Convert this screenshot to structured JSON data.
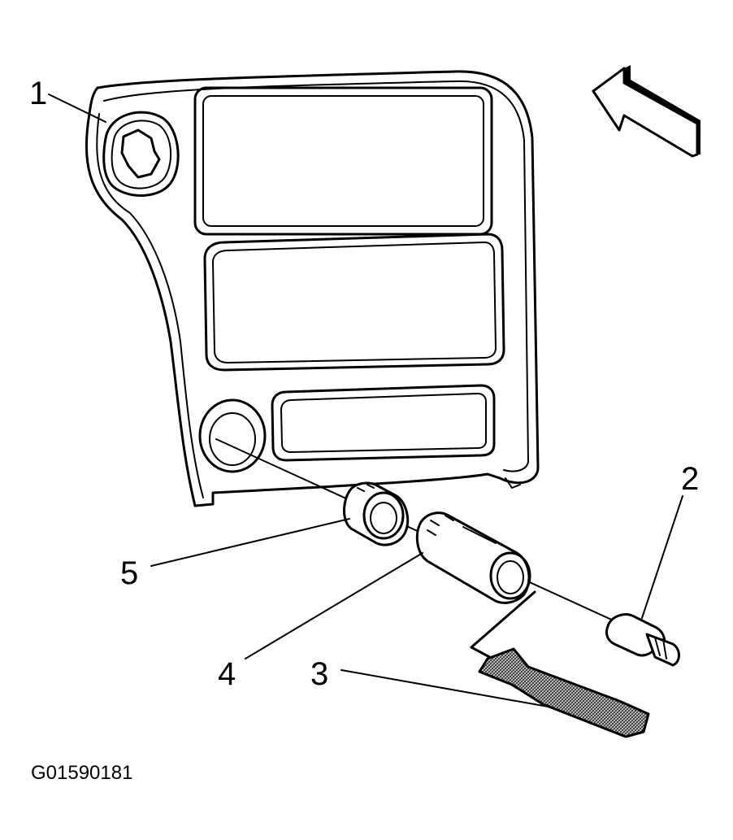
{
  "callouts": {
    "c1": "1",
    "c2": "2",
    "c3": "3",
    "c4": "4",
    "c5": "5"
  },
  "figure_id": "G01590181",
  "colors": {
    "line": "#000000",
    "background": "#ffffff",
    "hatch": "#444444"
  }
}
